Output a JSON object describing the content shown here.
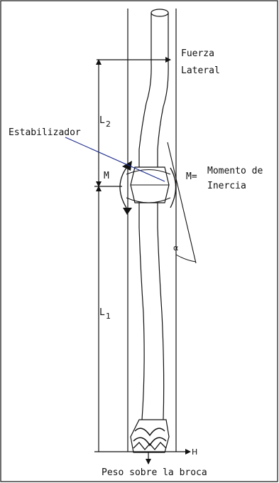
{
  "labels": {
    "fuerza_lateral_1": "Fuerza",
    "fuerza_lateral_2": "Lateral",
    "l2_main": "L",
    "l2_sub": "2",
    "estabilizador": "Estabilizador",
    "m_left": "M",
    "m_eq": "M=",
    "momento_1": "Momento de",
    "momento_2": "Inercia",
    "alpha": "α",
    "l1_main": "L",
    "l1_sub": "1",
    "h": "H",
    "peso": "Peso sobre la broca"
  },
  "colors": {
    "line": "#111111",
    "arrow": "#111111",
    "annotation": "#1a2a8a"
  }
}
